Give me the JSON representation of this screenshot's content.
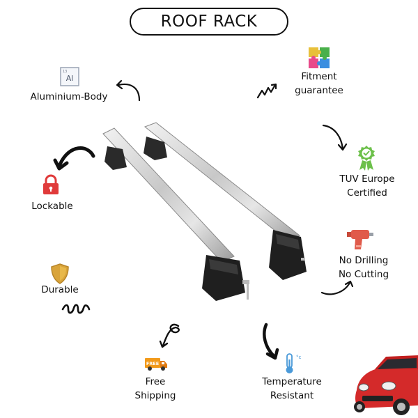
{
  "header": {
    "title": "ROOF RACK"
  },
  "features": {
    "aluminium": {
      "label": "Aluminium-Body",
      "icon": "aluminium-element-icon",
      "symbol": "Al",
      "number": "13"
    },
    "fitment": {
      "line1": "Fitment",
      "line2": "guarantee",
      "icon": "puzzle-icon"
    },
    "lockable": {
      "label": "Lockable",
      "icon": "padlock-icon"
    },
    "tuv": {
      "line1": "TUV Europe",
      "line2": "Certified",
      "icon": "certified-badge-icon"
    },
    "drilling": {
      "line1": "No Drilling",
      "line2": "No Cutting",
      "icon": "drill-icon"
    },
    "durable": {
      "label": "Durable",
      "icon": "shield-icon"
    },
    "shipping": {
      "line1": "Free",
      "line2": "Shipping",
      "icon": "delivery-truck-icon",
      "truck_text": "FREE"
    },
    "temperature": {
      "line1": "Temperature",
      "line2": "Resistant",
      "icon": "thermometer-icon",
      "unit": "°c"
    }
  },
  "colors": {
    "text": "#111111",
    "lock_red": "#e03a3a",
    "shield_gold": "#d9a43a",
    "badge_green": "#6cc04a",
    "drill_red": "#e05a4a",
    "truck_orange": "#f29a1a",
    "thermo_blue": "#4a9ad9"
  }
}
